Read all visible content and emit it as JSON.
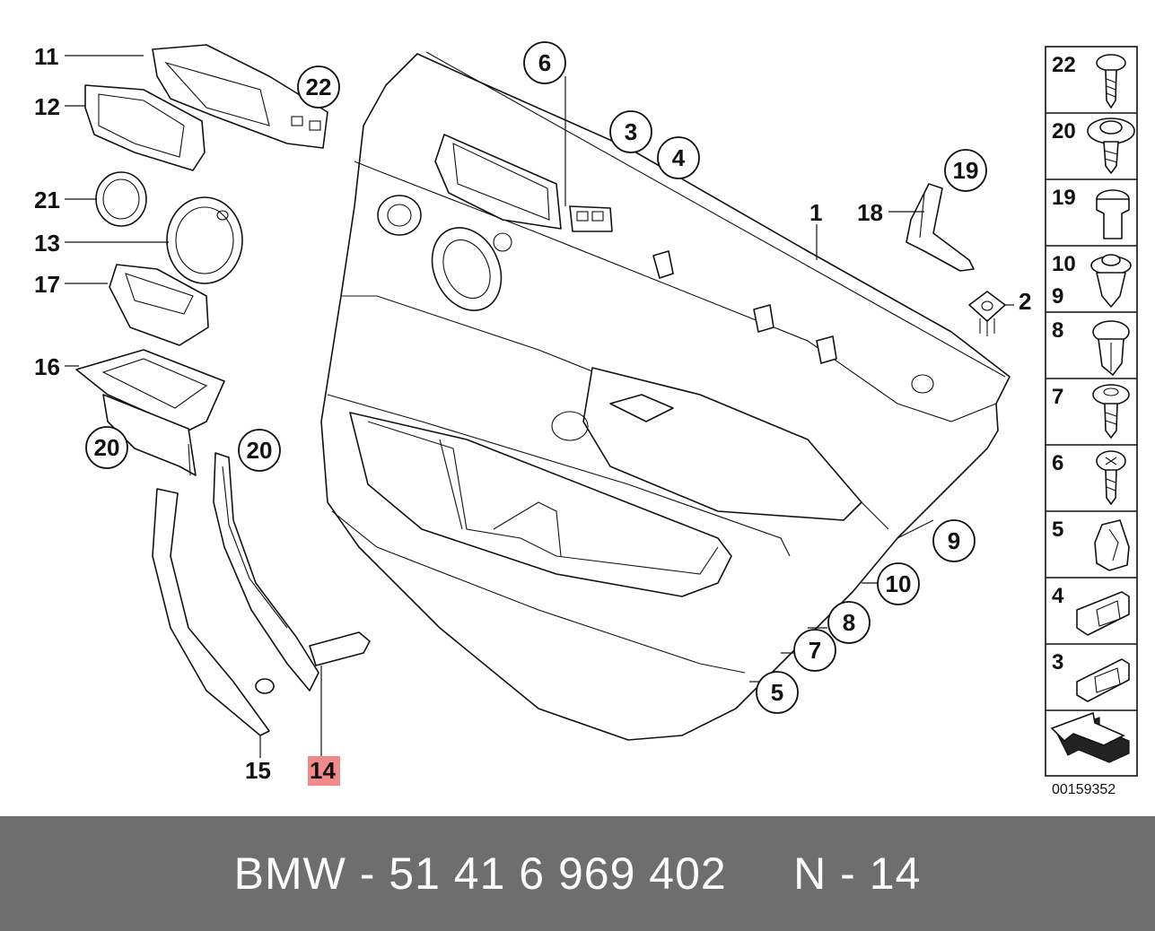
{
  "diagram": {
    "callouts": {
      "p1": "1",
      "p2": "2",
      "p3": "3",
      "p4": "4",
      "p5": "5",
      "p6": "6",
      "p7": "7",
      "p8": "8",
      "p9": "9",
      "p10": "10",
      "p11": "11",
      "p12": "12",
      "p13": "13",
      "p14": "14",
      "p15": "15",
      "p16": "16",
      "p17": "17",
      "p18": "18",
      "p19": "19",
      "p20a": "20",
      "p20b": "20",
      "p21": "21",
      "p22": "22"
    },
    "highlighted_part": "14",
    "highlight_color": "#f08a8a"
  },
  "sidebar": {
    "items": [
      "22",
      "20",
      "19",
      "10",
      "9",
      "8",
      "7",
      "6",
      "5",
      "4",
      "3"
    ]
  },
  "reference_number": "00159352",
  "caption": {
    "text": "BMW - 51 41 6 969 402     N - 14",
    "background": "#6e6e6e"
  }
}
